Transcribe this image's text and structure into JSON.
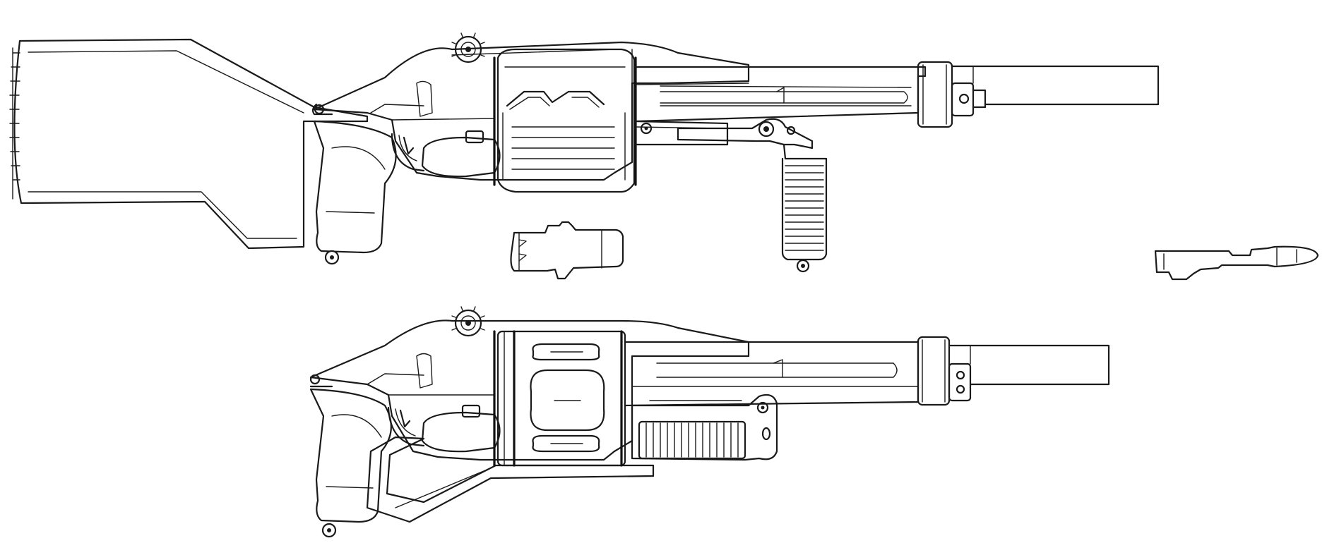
{
  "figure": {
    "kind": "line-drawing",
    "subject": "",
    "colors": {
      "ink": "#1a1a1a",
      "paper": "#ffffff"
    },
    "views": [
      {
        "id": "upper",
        "parts": [
          "shoulder-stock",
          "pistol-grip",
          "receiver",
          "rotary-cylinder",
          "barrel",
          "forward-grip",
          "top-adjust-knob"
        ]
      },
      {
        "id": "lower",
        "parts": [
          "pistol-grip",
          "folded-stock",
          "receiver",
          "rotary-cylinder",
          "barrel",
          "forend",
          "top-adjust-knob"
        ]
      }
    ],
    "detached_parts": [
      "cartridge",
      "projectile"
    ]
  }
}
